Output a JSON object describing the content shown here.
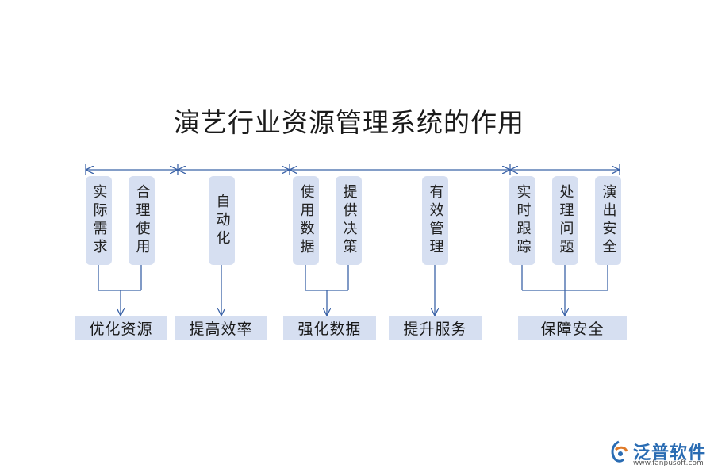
{
  "title": "演艺行业资源管理系统的作用",
  "items": [
    "实际需求",
    "合理使用",
    "自动化",
    "使用数据",
    "提供决策",
    "有效管理",
    "实时跟踪",
    "处理问题",
    "演出安全"
  ],
  "outcomes": [
    "优化资源",
    "提高效率",
    "强化数据",
    "提升服务",
    "保障安全"
  ],
  "logo": {
    "name": "泛普软件",
    "url": "www.fanpusoft.com"
  },
  "colors": {
    "box_fill": "#d6dff1",
    "line": "#3b63a8"
  }
}
